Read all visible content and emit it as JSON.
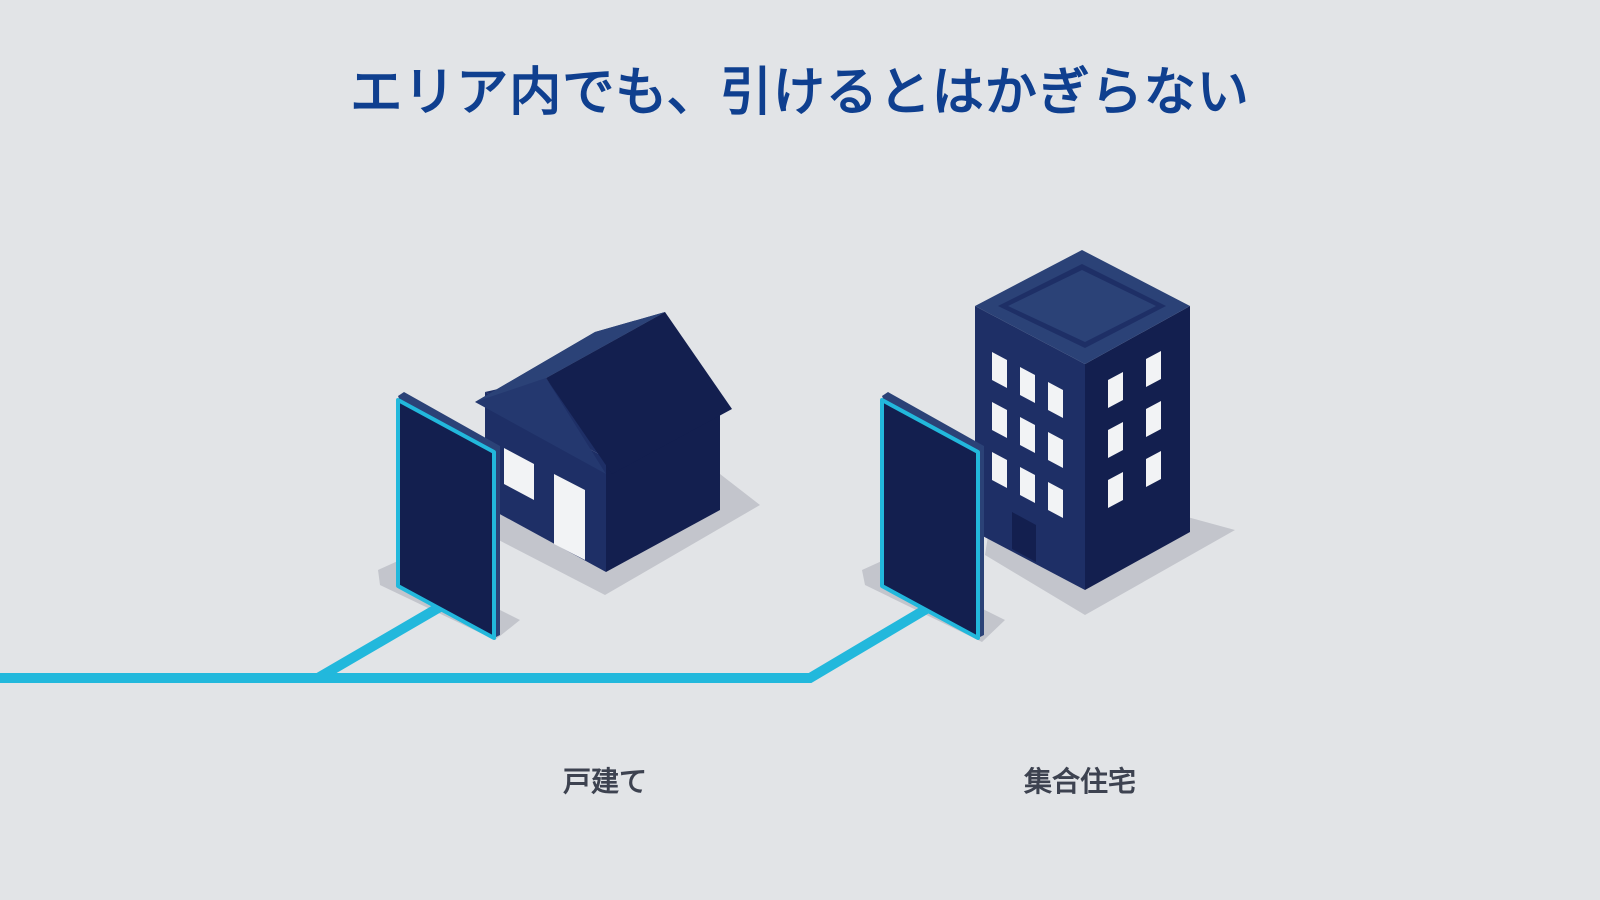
{
  "title": "エリア内でも、引けるとはかぎらない",
  "buildings": [
    {
      "label": "戸建て",
      "icon": "house-icon"
    },
    {
      "label": "集合住宅",
      "icon": "apartment-building-icon"
    }
  ],
  "colors": {
    "background": "#e2e4e7",
    "title": "#0f3f8f",
    "label": "#3d4250",
    "navy_dark": "#131f4f",
    "navy_mid": "#1e2f66",
    "navy_light": "#2b4277",
    "cable": "#22b8dc",
    "shadow": "#c3c5cc",
    "window": "#f2f3f5"
  }
}
